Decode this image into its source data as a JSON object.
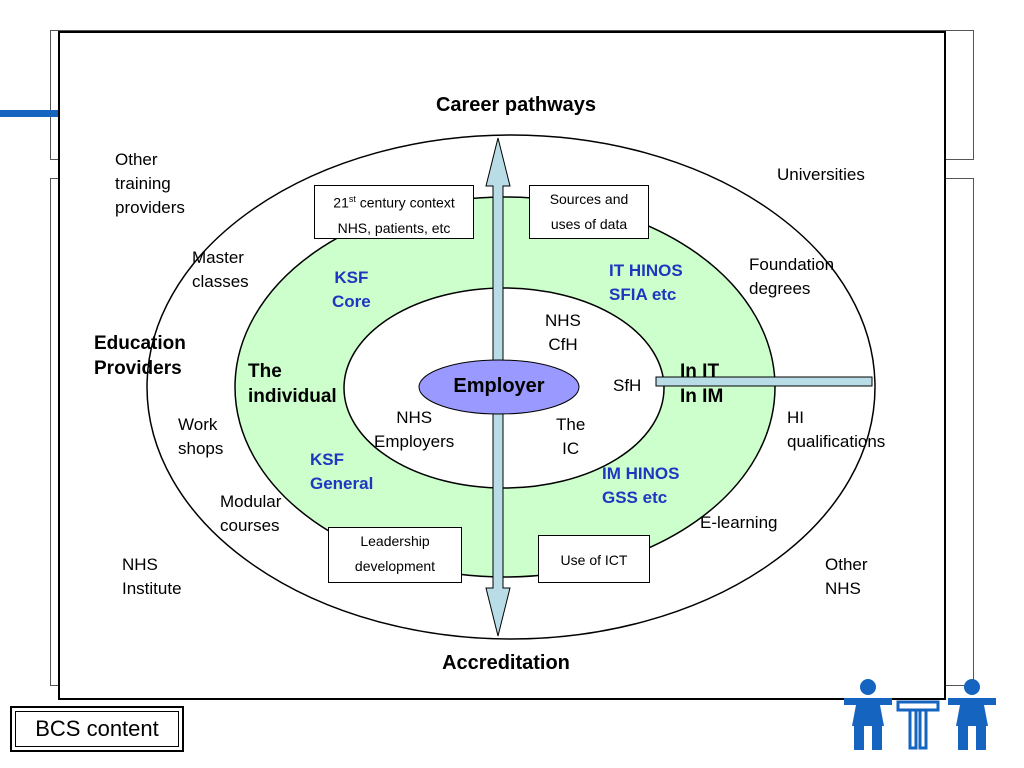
{
  "colors": {
    "accent_blue": "#1565c0",
    "ring_fill": "#ccffcc",
    "employer_fill": "#9999ff",
    "arrow_fill": "#b8dde6",
    "blue_text": "#1f36c0"
  },
  "titles": {
    "top": "Career pathways",
    "bottom": "Accreditation"
  },
  "outer_ring": {
    "other_training": [
      "Other",
      "training",
      "providers"
    ],
    "universities": "Universities",
    "master_classes": [
      "Master",
      "classes"
    ],
    "foundation_degrees": [
      "Foundation",
      "degrees"
    ],
    "education_providers": [
      "Education",
      "Providers"
    ],
    "hi_qualifications": [
      "HI",
      "qualifications"
    ],
    "work_shops": [
      "Work",
      "shops"
    ],
    "modular_courses": [
      "Modular",
      "courses"
    ],
    "e_learning": "E-learning",
    "nhs_institute": [
      "NHS",
      "Institute"
    ],
    "other_nhs": [
      "Other",
      "NHS"
    ]
  },
  "middle_ring": {
    "ksf_core": [
      "KSF",
      "Core"
    ],
    "it_hinos": [
      "IT HINOS",
      "SFIA etc"
    ],
    "the_individual": [
      "The",
      "individual"
    ],
    "in_it": [
      "In IT",
      "In IM"
    ],
    "ksf_general": [
      "KSF",
      "General"
    ],
    "im_hinos": [
      "IM HINOS",
      "GSS etc"
    ]
  },
  "inner_ring": {
    "nhs_cfh": [
      "NHS",
      "CfH"
    ],
    "sfh": "SfH",
    "nhs_employers": [
      "NHS",
      "Employers"
    ],
    "the_ic": [
      "The",
      "IC"
    ],
    "employer": "Employer"
  },
  "boxes": {
    "century_pre": "21",
    "century_sup": "st",
    "century_post": " century context",
    "century_line2": "NHS, patients, etc",
    "sources_line1": "Sources and",
    "sources_line2": "uses of data",
    "leadership_line1": "Leadership",
    "leadership_line2": "development",
    "use_of_ict": "Use of ICT"
  },
  "footer": {
    "bcs_content": "BCS content"
  },
  "icons": [
    "people-figures-logo-icon"
  ]
}
